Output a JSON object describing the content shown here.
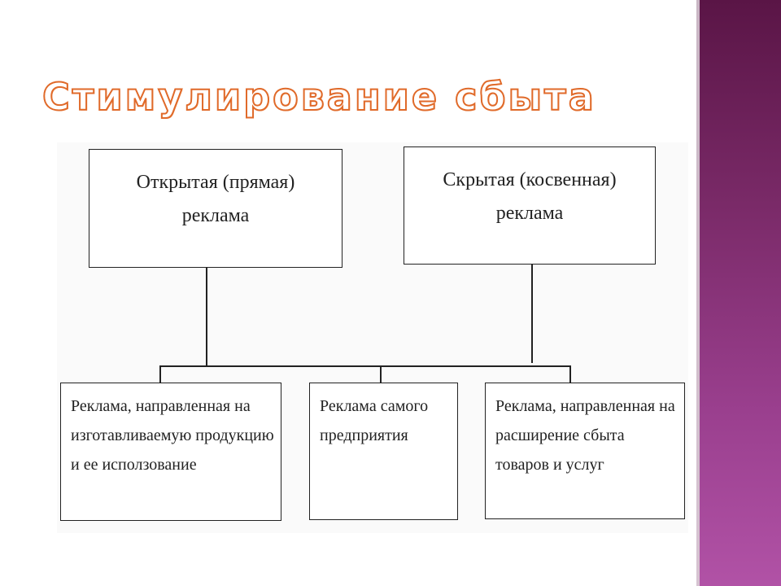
{
  "title": "Стимулирование сбыта",
  "diagram": {
    "top_nodes": [
      {
        "label": "Открытая (прямая) реклама"
      },
      {
        "label": "Скрытая (косвенная) реклама"
      }
    ],
    "bottom_nodes": [
      {
        "label": "Реклама, направленная на изготавливаемую продукцию и ее исползование"
      },
      {
        "label": "Реклама самого предприятия"
      },
      {
        "label": "Реклама, направленная на расширение сбыта товаров и услуг"
      }
    ]
  },
  "colors": {
    "title_outline": "#e06a2a",
    "side_band_top": "#5a1546",
    "side_band_bottom": "#b152a6",
    "line": "#222222"
  }
}
